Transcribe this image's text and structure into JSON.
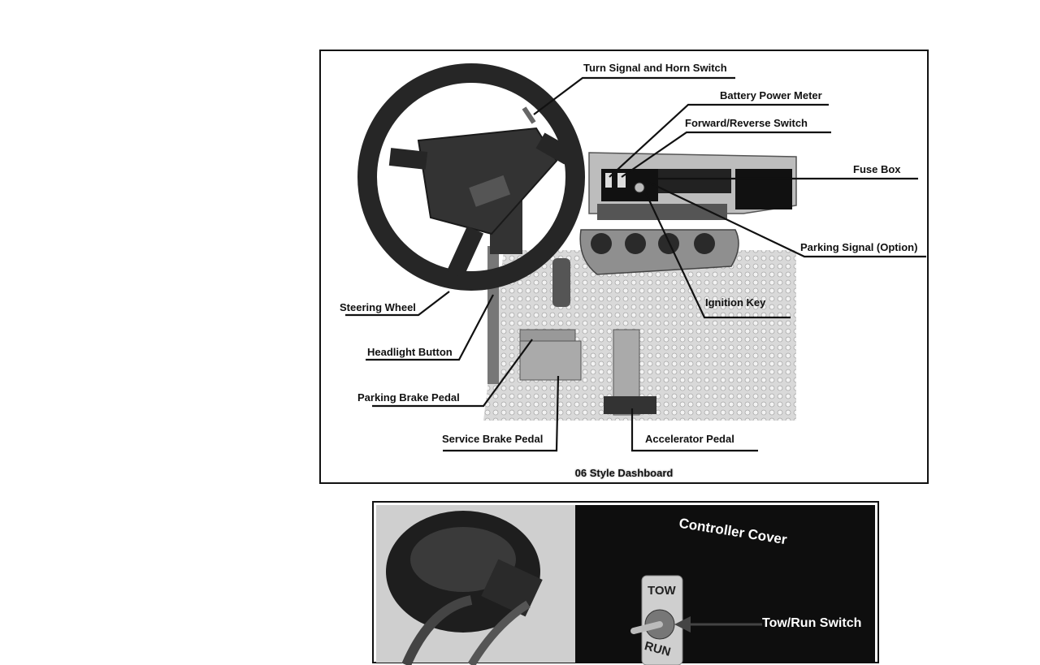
{
  "figure1": {
    "caption": "06 Style Dashboard",
    "labels": {
      "turn_signal": "Turn Signal and Horn Switch",
      "battery_meter": "Battery Power Meter",
      "forward_reverse": "Forward/Reverse Switch",
      "fuse_box": "Fuse Box",
      "parking_signal": "Parking Signal (Option)",
      "ignition_key": "Ignition Key",
      "steering_wheel": "Steering Wheel",
      "headlight_button": "Headlight Button",
      "parking_brake": "Parking Brake Pedal",
      "service_brake": "Service Brake Pedal",
      "accelerator": "Accelerator Pedal"
    }
  },
  "figure2": {
    "controller_cover": "Controller Cover",
    "tow_run_switch": "Tow/Run Switch",
    "tow": "TOW",
    "run": "RUN"
  }
}
